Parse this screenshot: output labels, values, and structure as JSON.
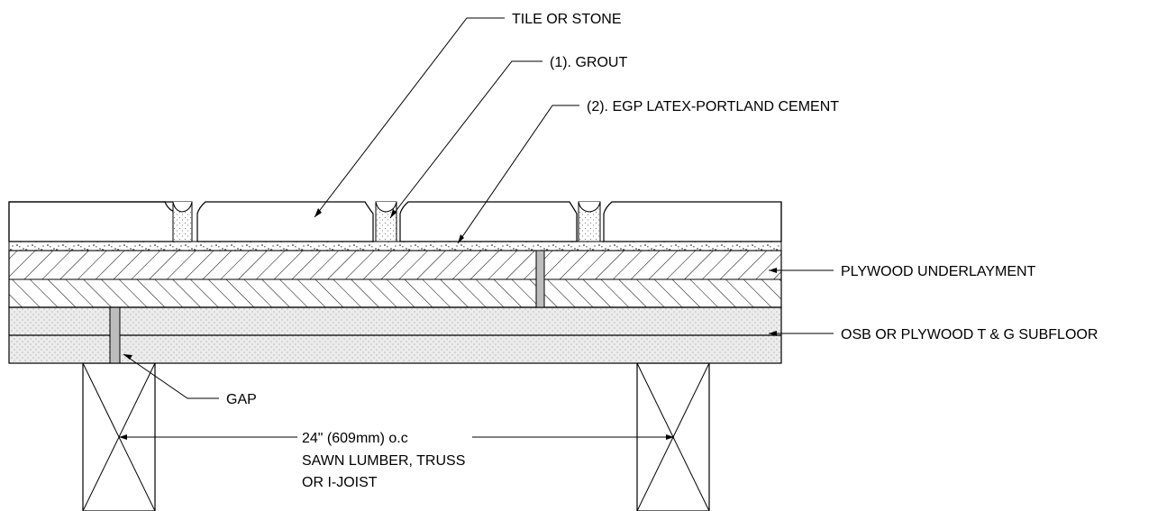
{
  "labels": {
    "tile": "TILE OR STONE",
    "grout": "(1). GROUT",
    "cement": "(2). EGP LATEX-PORTLAND CEMENT",
    "plywood": "PLYWOOD UNDERLAYMENT",
    "subfloor": "OSB OR PLYWOOD T & G SUBFLOOR",
    "gap": "GAP",
    "spacing": "24\" (609mm) o.c",
    "joist_line1": "SAWN LUMBER, TRUSS",
    "joist_line2": "OR I-JOIST"
  },
  "colors": {
    "line": "#000000",
    "stipple_fill": "#ececec",
    "gap_fill": "#bdbdbd"
  }
}
